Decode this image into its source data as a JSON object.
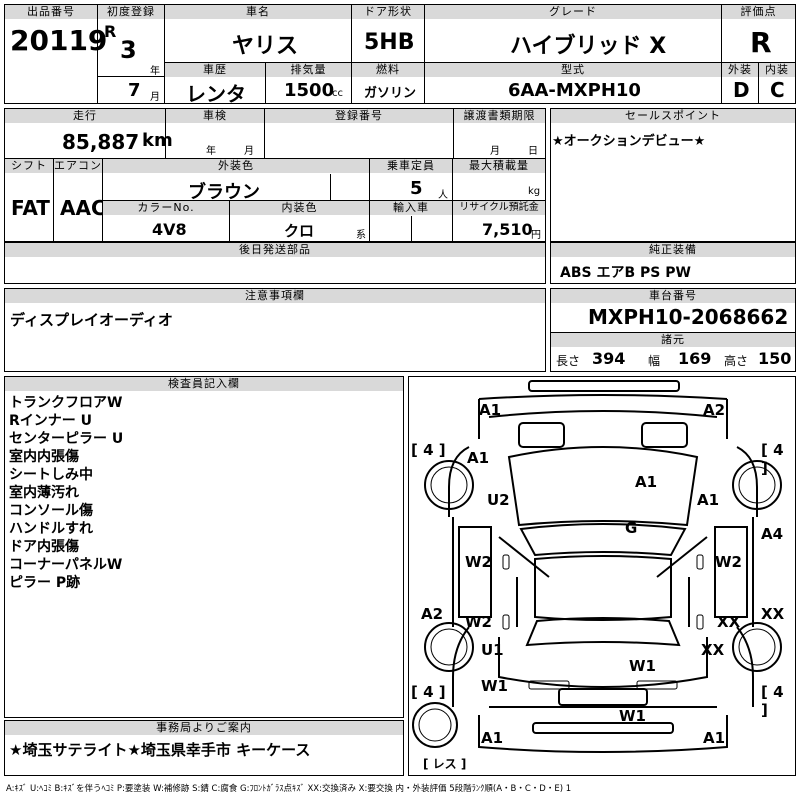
{
  "header": {
    "lot_no_label": "出品番号",
    "lot_no": "20119",
    "first_reg_label": "初度登録",
    "era": "R",
    "reg_year": "3",
    "year_unit": "年",
    "reg_month": "7",
    "month_unit": "月",
    "car_name_label": "車名",
    "car_name": "ヤリス",
    "door_label": "ドア形状",
    "door": "5HB",
    "grade_label": "グレード",
    "grade": "ハイブリッド X",
    "score_label": "評価点",
    "score": "R",
    "history_label": "車歴",
    "history": "レンタ",
    "displacement_label": "排気量",
    "displacement": "1500",
    "displacement_unit": "cc",
    "fuel_label": "燃料",
    "fuel": "ガソリン",
    "model_label": "型式",
    "model": "6AA-MXPH10",
    "exterior_label": "外装",
    "exterior": "D",
    "interior_label": "内装",
    "interior": "C"
  },
  "row2": {
    "mileage_label": "走行",
    "mileage": "85,887",
    "mileage_unit": "km",
    "inspection_label": "車検",
    "insp_year_unit": "年",
    "insp_month_unit": "月",
    "plate_label": "登録番号",
    "transfer_label": "譲渡書類期限",
    "transfer_month_unit": "月",
    "transfer_day_unit": "日",
    "sales_point_label": "セールスポイント",
    "sales_point": "★オークションデビュー★"
  },
  "row3": {
    "shift_label": "シフト",
    "shift": "FAT",
    "ac_label": "エアコン",
    "ac": "AAC",
    "ext_color_label": "外装色",
    "ext_color": "ブラウン",
    "capacity_label": "乗車定員",
    "capacity": "5",
    "capacity_unit": "人",
    "max_load_label": "最大積載量",
    "max_load_unit": "kg",
    "color_no_label": "カラーNo.",
    "color_no": "4V8",
    "int_color_label": "内装色",
    "int_color": "クロ",
    "int_color_unit": "系",
    "import_label": "輸入車",
    "recycle_label": "リサイクル預託金",
    "recycle": "7,510",
    "recycle_unit": "円"
  },
  "later_parts_label": "後日発送部品",
  "genuine_label": "純正装備",
  "genuine": "ABS エアB PS PW",
  "notes_label": "注意事項欄",
  "notes": "ディスプレイオーディオ",
  "chassis_label": "車台番号",
  "chassis": "MXPH10-2068662",
  "specs_label": "諸元",
  "length_label": "長さ",
  "length": "394",
  "width_label": "幅",
  "width": "169",
  "height_label": "高さ",
  "height": "150",
  "inspector_label": "検査員記入欄",
  "inspector_items": [
    "トランクフロアW",
    "Rインナー U",
    "センターピラー U",
    "室内内張傷",
    "シートしみ中",
    "室内薄汚れ",
    "コンソール傷",
    "ハンドルすれ",
    "ドア内張傷",
    "コーナーパネルW",
    "ピラー P跡"
  ],
  "office_label": "事務局よりご案内",
  "office_note": "★埼玉サテライト★埼玉県幸手市 キーケース",
  "legend": "A:ｷｽﾞ U:ﾍｺﾐ B:ｷｽﾞを伴うﾍｺﾐ P:要塗装 W:補修跡 S:錆 C:腐食 G:ﾌﾛﾝﾄｶﾞﾗｽ点ｷｽﾞ XX:交換済み X:要交換 内・外装評価 5段階ﾗﾝｸ順(A・B・C・D・E) 1",
  "diagram": {
    "tires": [
      "4",
      "4",
      "4",
      "4"
    ],
    "spare": "レス",
    "marks": {
      "front_left": "A1",
      "front_right": "A2",
      "fender_fl": "A1",
      "pillar_l": "U2",
      "bonnet": "A1",
      "glass": "G",
      "fender_fr": "A1",
      "side_r_front": "A4",
      "door_l1": "W2",
      "door_r1": "W2",
      "side_l_rear": "A2",
      "door_l2": "W2",
      "door_r2": "XX",
      "side_r_rear": "XX",
      "quarter_l": "U1",
      "quarter_r": "XX",
      "roof_rear": "W1",
      "quarter_l2": "W1",
      "rear_bumper": "W1",
      "rear_left": "A1",
      "rear_right": "A1"
    }
  }
}
